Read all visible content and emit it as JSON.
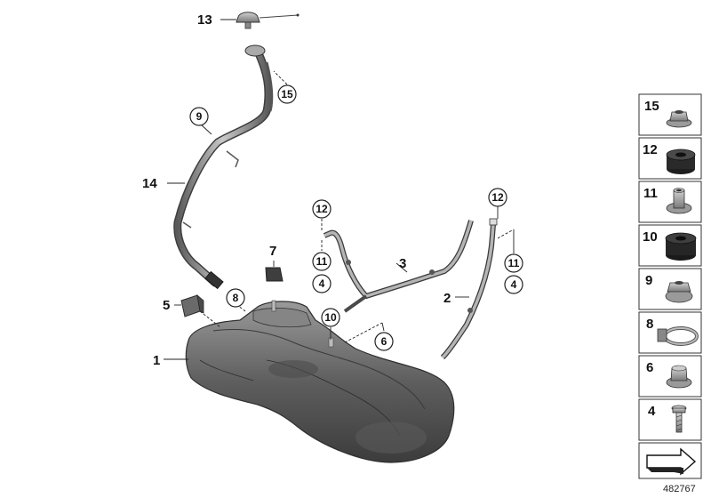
{
  "diagram": {
    "id": "482767",
    "callouts": [
      {
        "num": "13",
        "label": "13"
      },
      {
        "num": "14",
        "label": "14"
      },
      {
        "num": "7",
        "label": "7"
      },
      {
        "num": "5",
        "label": "5"
      },
      {
        "num": "1",
        "label": "1"
      },
      {
        "num": "3",
        "label": "3"
      },
      {
        "num": "2",
        "label": "2"
      }
    ],
    "circled_refs": [
      "15",
      "9",
      "8",
      "10",
      "6",
      "12",
      "11",
      "4",
      "12",
      "11",
      "4"
    ],
    "legend": [
      {
        "num": "15",
        "part": "flange-nut"
      },
      {
        "num": "12",
        "part": "rubber-grommet"
      },
      {
        "num": "11",
        "part": "collar-nut"
      },
      {
        "num": "10",
        "part": "rubber-mount"
      },
      {
        "num": "9",
        "part": "hex-nut"
      },
      {
        "num": "8",
        "part": "hose-clamp"
      },
      {
        "num": "6",
        "part": "cap-nut"
      },
      {
        "num": "4",
        "part": "screw"
      }
    ]
  },
  "colors": {
    "tank": "#6b6b6b",
    "pipe": "#8a8a8a",
    "legend_border": "#333333"
  }
}
